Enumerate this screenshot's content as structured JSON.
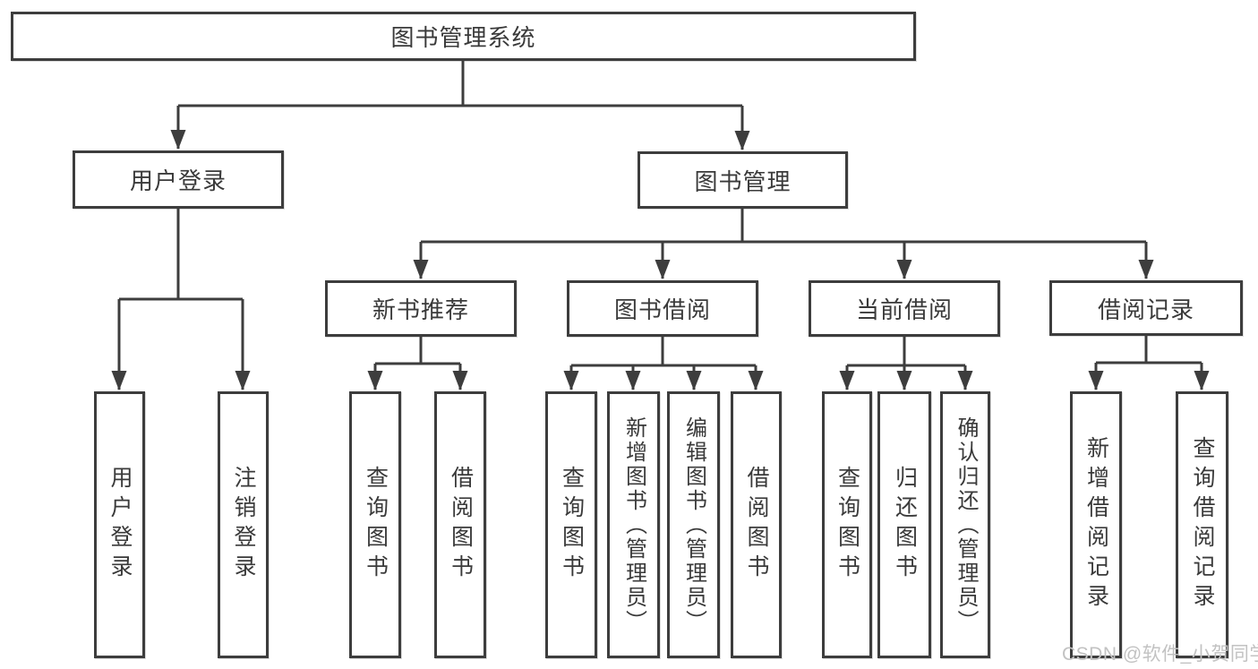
{
  "diagram_title": "图书管理系统",
  "watermark": "CSDN @软件_小贺同学",
  "colors": {
    "line": "#3d3d3d",
    "text": "#3a3a3a",
    "background": "#ffffff",
    "watermark": "#c2c2c2"
  },
  "tree": {
    "label": "图书管理系统",
    "children": [
      {
        "label": "用户登录",
        "children": [
          {
            "label": "用户登录"
          },
          {
            "label": "注销登录"
          }
        ]
      },
      {
        "label": "图书管理",
        "children": [
          {
            "label": "新书推荐",
            "children": [
              {
                "label": "查询图书"
              },
              {
                "label": "借阅图书"
              }
            ]
          },
          {
            "label": "图书借阅",
            "children": [
              {
                "label": "查询图书"
              },
              {
                "label": "新增图书（管理员）"
              },
              {
                "label": "编辑图书（管理员）"
              },
              {
                "label": "借阅图书"
              }
            ]
          },
          {
            "label": "当前借阅",
            "children": [
              {
                "label": "查询图书"
              },
              {
                "label": "归还图书"
              },
              {
                "label": "确认归还（管理员）"
              }
            ]
          },
          {
            "label": "借阅记录",
            "children": [
              {
                "label": "新增借阅记录"
              },
              {
                "label": "查询借阅记录"
              }
            ]
          }
        ]
      }
    ]
  }
}
